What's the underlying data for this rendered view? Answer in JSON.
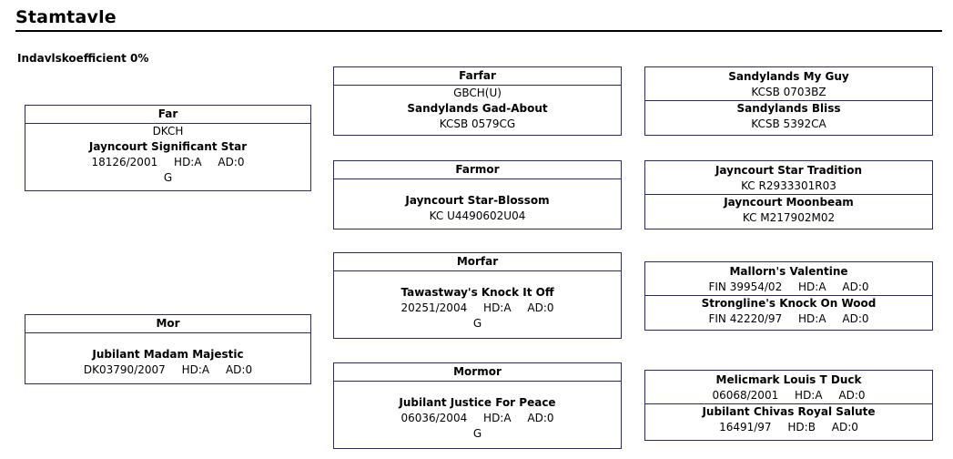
{
  "page": {
    "title": "Stamtavle",
    "coefficient": "Indavlskoefficient 0%"
  },
  "far": {
    "header": "Far",
    "title_prefix": "DKCH",
    "name": "Jayncourt Significant Star",
    "reg": "18126/2001",
    "hd": "HD:A",
    "ad": "AD:0",
    "extra": "G"
  },
  "mor": {
    "header": "Mor",
    "name": "Jubilant Madam Majestic",
    "reg": "DK03790/2007",
    "hd": "HD:A",
    "ad": "AD:0"
  },
  "farfar": {
    "header": "Farfar",
    "title_prefix": "GBCH(U)",
    "name": "Sandylands Gad-About",
    "reg": "KCSB 0579CG"
  },
  "farmor": {
    "header": "Farmor",
    "name": "Jayncourt Star-Blossom",
    "reg": "KC U4490602U04"
  },
  "morfar": {
    "header": "Morfar",
    "name": "Tawastway's Knock It Off",
    "reg": "20251/2004",
    "hd": "HD:A",
    "ad": "AD:0",
    "extra": "G"
  },
  "mormor": {
    "header": "Mormor",
    "name": "Jubilant Justice For Peace",
    "reg": "06036/2004",
    "hd": "HD:A",
    "ad": "AD:0",
    "extra": "G"
  },
  "gen3": {
    "farfar_far": {
      "name": "Sandylands My Guy",
      "reg": "KCSB 0703BZ"
    },
    "farfar_mor": {
      "name": "Sandylands Bliss",
      "reg": "KCSB 5392CA"
    },
    "farmor_far": {
      "name": "Jayncourt Star Tradition",
      "reg": "KC R2933301R03"
    },
    "farmor_mor": {
      "name": "Jayncourt Moonbeam",
      "reg": "KC M217902M02"
    },
    "morfar_far": {
      "name": "Mallorn's Valentine",
      "reg": "FIN 39954/02",
      "hd": "HD:A",
      "ad": "AD:0"
    },
    "morfar_mor": {
      "name": "Strongline's Knock On Wood",
      "reg": "FIN 42220/97",
      "hd": "HD:A",
      "ad": "AD:0"
    },
    "mormor_far": {
      "name": "Melicmark Louis T Duck",
      "reg": "06068/2001",
      "hd": "HD:A",
      "ad": "AD:0"
    },
    "mormor_mor": {
      "name": "Jubilant Chivas Royal Salute",
      "reg": "16491/97",
      "hd": "HD:B",
      "ad": "AD:0"
    }
  }
}
